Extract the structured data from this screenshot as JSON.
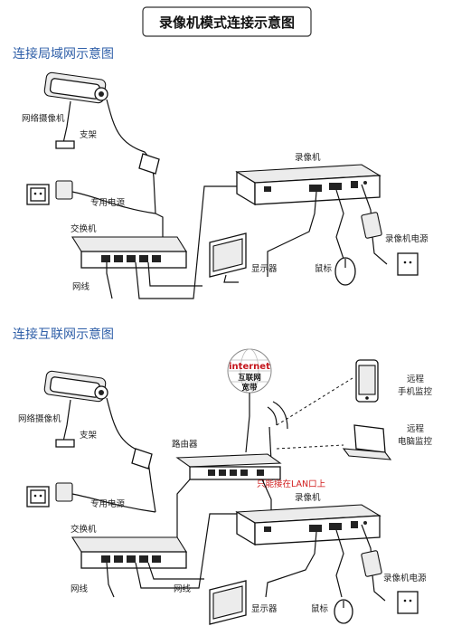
{
  "title": "录像机模式连接示意图",
  "sections": [
    {
      "heading": "连接局域网示意图",
      "labels": {
        "camera": "网络摄像机",
        "bracket": "支架",
        "power": "专用电源",
        "switch": "交换机",
        "cable": "网线",
        "nvr": "录像机",
        "nvr_power": "录像机电源",
        "monitor": "显示器",
        "mouse": "鼠标"
      }
    },
    {
      "heading": "连接互联网示意图",
      "labels": {
        "camera": "网络摄像机",
        "bracket": "支架",
        "power": "专用电源",
        "switch": "交换机",
        "cable_left": "网线",
        "cable_right": "网线",
        "router": "路由器",
        "lan_note": "只能接在LAN口上",
        "nvr": "录像机",
        "nvr_power": "录像机电源",
        "monitor": "显示器",
        "mouse": "鼠标",
        "remote_phone_1": "远程",
        "remote_phone_2": "手机监控",
        "remote_pc_1": "远程",
        "remote_pc_2": "电脑监控",
        "internet_en": "internet",
        "internet_cn_1": "互联网",
        "internet_cn_2": "宽带"
      }
    }
  ],
  "colors": {
    "heading": "#2f5fa8",
    "note": "#d11c1c",
    "internet": "#c4161c"
  }
}
